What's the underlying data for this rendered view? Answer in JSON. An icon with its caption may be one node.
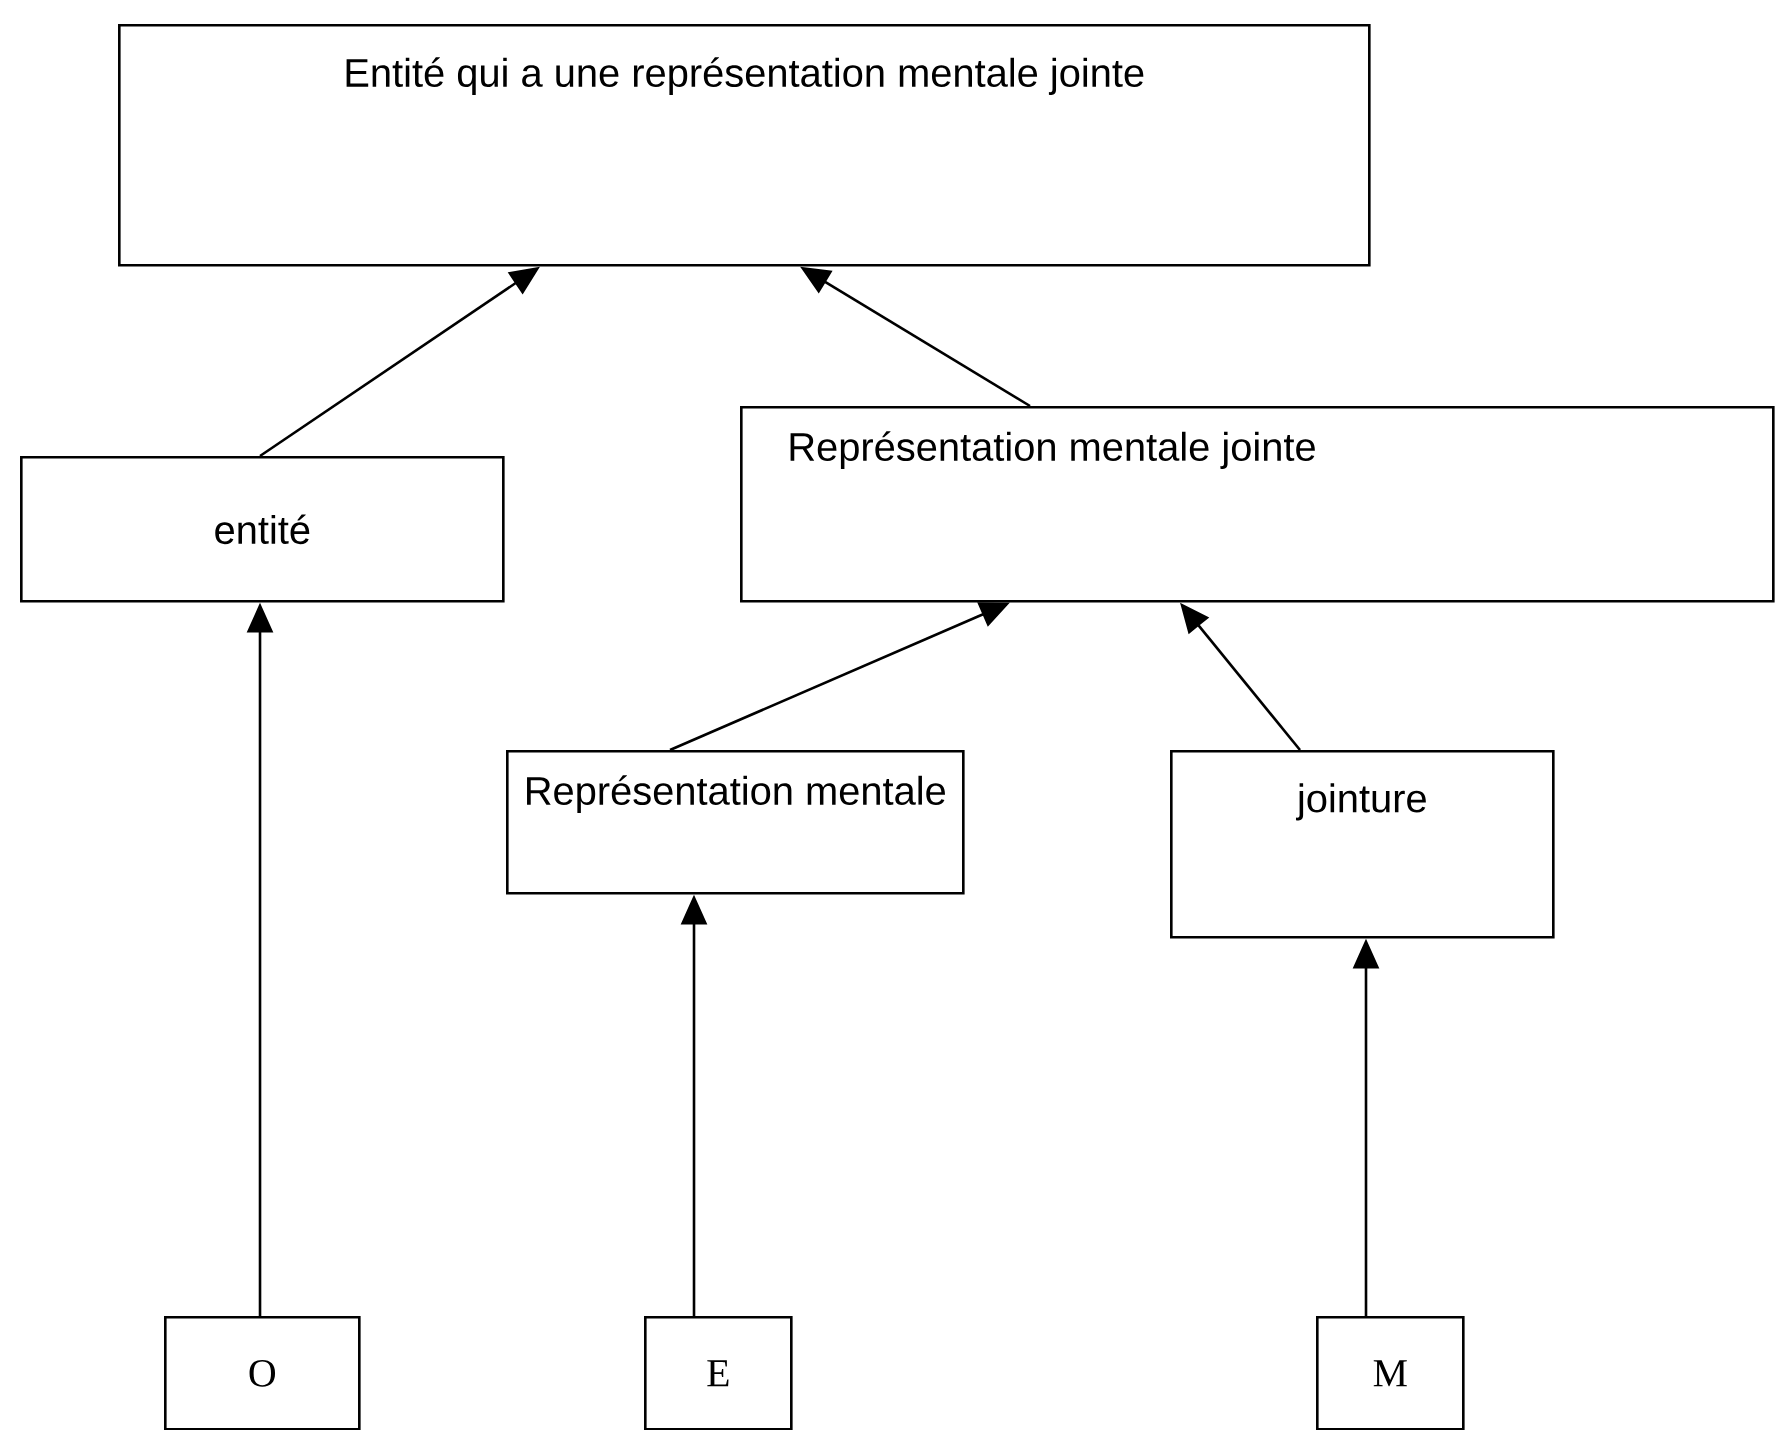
{
  "diagram": {
    "nodes": [
      {
        "text": [
          "Entité qui a une représentation mentale jointe"
        ]
      },
      {
        "text": [
          "entité"
        ]
      },
      {
        "text": [
          "Représentation mentale jointe"
        ]
      },
      {
        "text": [
          "Représentation mentale"
        ]
      },
      {
        "text": [
          "jointure"
        ]
      },
      {
        "text": [
          "O"
        ]
      },
      {
        "text": [
          "E"
        ]
      },
      {
        "text": [
          "M"
        ]
      }
    ],
    "edges": [
      {
        "from": 1,
        "to": 0,
        "arrow": "to"
      },
      {
        "from": 2,
        "to": 0,
        "arrow": "to"
      },
      {
        "from": 3,
        "to": 2,
        "arrow": "to"
      },
      {
        "from": 4,
        "to": 2,
        "arrow": "to"
      },
      {
        "from": 5,
        "to": 1,
        "arrow": "to"
      },
      {
        "from": 6,
        "to": 3,
        "arrow": "to"
      },
      {
        "from": 7,
        "to": 4,
        "arrow": "to"
      }
    ]
  }
}
